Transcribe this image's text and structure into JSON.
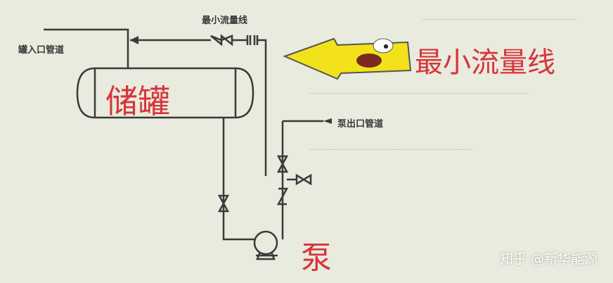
{
  "labels": {
    "tank_inlet": "罐入口管道",
    "min_flow_line_small": "最小流量线",
    "tank": "储罐",
    "pump_outlet": "泵出口管道",
    "min_flow_line_big": "最小流量线",
    "pump": "泵"
  },
  "watermark": "知乎 @新华能源",
  "colors": {
    "background": "#e8ebdd",
    "line": "#3a3a3a",
    "red_text": "#d8333a",
    "arrow": "#f3e21b"
  }
}
